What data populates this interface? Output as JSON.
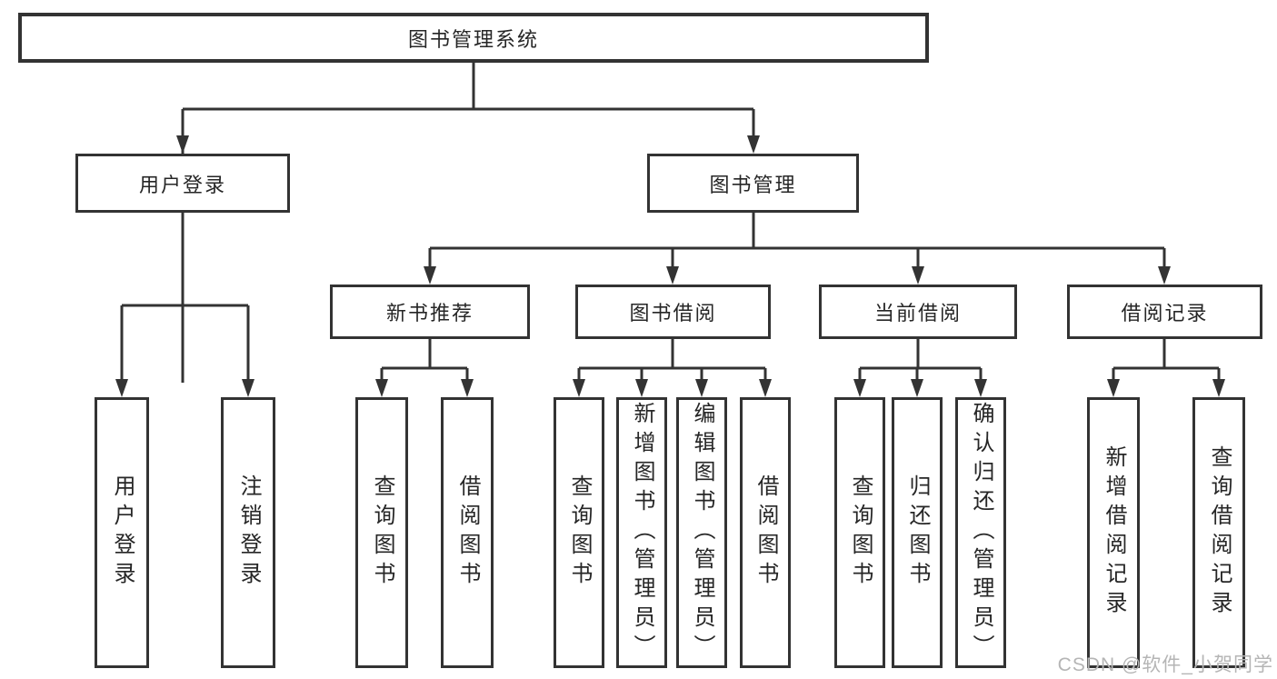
{
  "diagram": {
    "root_label": "图书管理系统",
    "user_branch": {
      "label": "用户登录",
      "leaves": [
        "用户登录",
        "注销登录"
      ]
    },
    "book_branch": {
      "label": "图书管理",
      "groups": [
        {
          "label": "新书推荐",
          "leaves": [
            "查询图书",
            "借阅图书"
          ]
        },
        {
          "label": "图书借阅",
          "leaves": [
            "查询图书",
            "新增图书（管理员）",
            "编辑图书（管理员）",
            "借阅图书"
          ]
        },
        {
          "label": "当前借阅",
          "leaves": [
            "查询图书",
            "归还图书",
            "确认归还（管理员）"
          ]
        },
        {
          "label": "借阅记录",
          "leaves": [
            "新增借阅记录",
            "查询借阅记录"
          ]
        }
      ]
    }
  },
  "watermark": "CSDN @软件_小贺同学",
  "colors": {
    "line": "#333333",
    "text": "#262626",
    "watermark": "#b5b5b5"
  }
}
